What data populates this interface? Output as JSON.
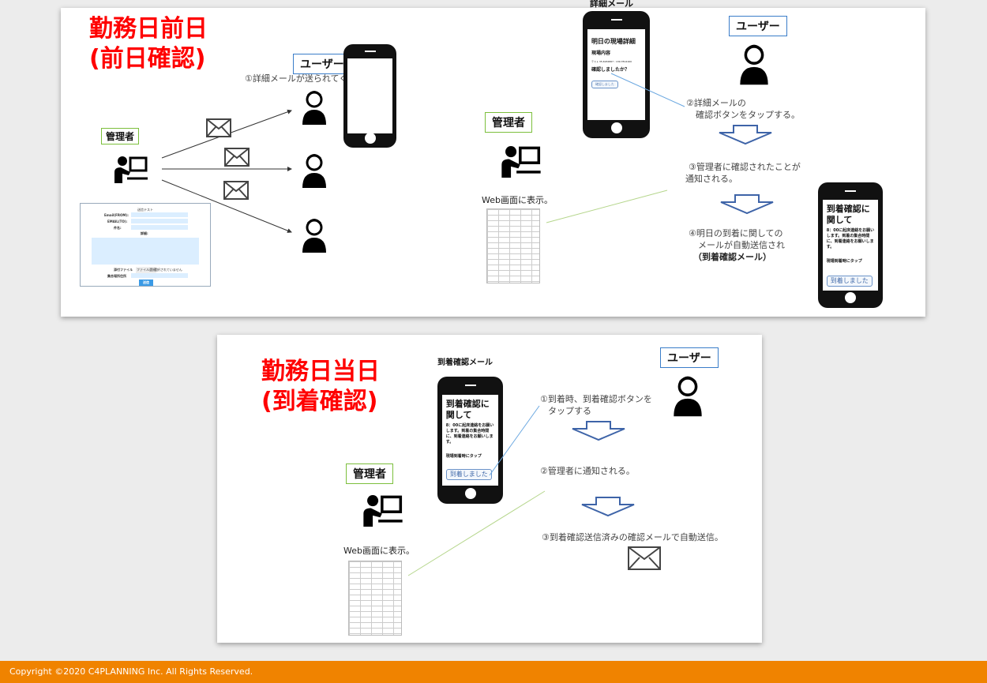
{
  "top": {
    "title_line1": "勤務日前日",
    "title_line2": "(前日確認)",
    "user_label": "ユーザー",
    "step1": "①詳細メールが送られてくる",
    "admin_label": "管理者",
    "form": {
      "title": "送信テスト",
      "email_from": "Email(FROM):",
      "email_to": "EMAIL(TO):",
      "subject": "件名:",
      "detail": "詳細:",
      "attachment": "添付ファイル",
      "file_button": "ファイル選択",
      "file_status": "選択されていません",
      "address": "集合場所住所",
      "submit": "送信"
    },
    "detail_mail_label": "詳細メール",
    "phone1": {
      "heading": "明日の現場詳細",
      "sub": "現場内容",
      "coords": "テスト 35.6932867 : 139.7814160",
      "question": "確認しましたか？",
      "button": "確認しました"
    },
    "user_label2": "ユーザー",
    "step2_line1": "②詳細メールの",
    "step2_line2": "確認ボタンをタップする。",
    "admin_label2": "管理者",
    "web_display": "Web画面に表示。",
    "step3_line1": "③管理者に確認されたことが",
    "step3_line2": "通知される。",
    "step4_line1": "④明日の到着に関しての",
    "step4_line2": "メールが自動送信され",
    "step4_line3": "（到着確認メール）",
    "phone2": {
      "heading1": "到着確認に",
      "heading2": "関して",
      "body": "8：00に起床連絡をお願いします。到着の集合時間に、到着連絡をお願いします。",
      "tap": "現場到着時にタップ",
      "button": "到着しました"
    }
  },
  "bottom": {
    "title_line1": "勤務日当日",
    "title_line2": "(到着確認)",
    "mail_label": "到着確認メール",
    "phone": {
      "heading1": "到着確認に",
      "heading2": "関して",
      "body": "8：00に起床連絡をお願いします。到着の集合時間に、到着連絡をお願いします。",
      "tap": "現場到着時にタップ",
      "button": "到着しました"
    },
    "user_label": "ユーザー",
    "step1_line1": "①到着時、到着確認ボタンを",
    "step1_line2": "タップする",
    "step2": "②管理者に通知される。",
    "step3": "③到着確認送信済みの確認メールで自動送信。",
    "admin_label": "管理者",
    "web_display": "Web画面に表示。"
  },
  "footer": "Copyright ©2020 C4PLANNING Inc. All Rights Reserved."
}
